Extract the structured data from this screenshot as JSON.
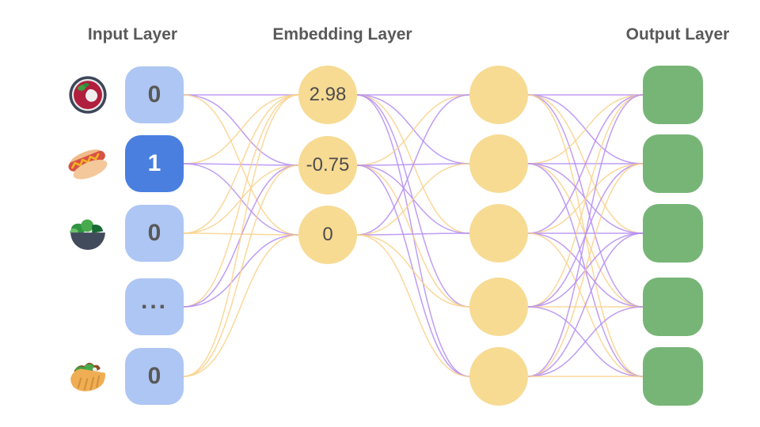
{
  "titles": {
    "input": "Input Layer",
    "embedding": "Embedding Layer",
    "output": "Output Layer"
  },
  "input_layer": {
    "nodes": [
      {
        "label": "0",
        "icon": "soup-bowl-icon",
        "active": false
      },
      {
        "label": "1",
        "icon": "hotdog-icon",
        "active": true
      },
      {
        "label": "0",
        "icon": "salad-icon",
        "active": false
      },
      {
        "label": "...",
        "icon": null,
        "active": false
      },
      {
        "label": "0",
        "icon": "flatbread-icon",
        "active": false
      }
    ]
  },
  "embedding_layer": {
    "nodes": [
      {
        "label": "2.98"
      },
      {
        "label": "-0.75"
      },
      {
        "label": "0"
      }
    ]
  },
  "hidden_layer": {
    "node_count": 5
  },
  "output_layer": {
    "node_count": 5
  },
  "edges": {
    "input_to_embedding": [
      [
        "purple",
        "purple",
        "yellow"
      ],
      [
        "yellow",
        "purple",
        "purple"
      ],
      [
        "yellow",
        "yellow",
        "yellow"
      ],
      [
        "yellow",
        "purple",
        "purple"
      ],
      [
        "yellow",
        "yellow",
        "yellow"
      ]
    ],
    "embedding_to_hidden": [
      [
        "purple",
        "purple",
        "yellow",
        "purple",
        "purple"
      ],
      [
        "yellow",
        "purple",
        "purple",
        "yellow",
        "purple"
      ],
      [
        "purple",
        "yellow",
        "purple",
        "yellow",
        "yellow"
      ]
    ],
    "hidden_to_output": [
      [
        "purple",
        "purple",
        "yellow",
        "purple",
        "yellow"
      ],
      [
        "yellow",
        "purple",
        "purple",
        "yellow",
        "purple"
      ],
      [
        "purple",
        "yellow",
        "purple",
        "purple",
        "yellow"
      ],
      [
        "yellow",
        "purple",
        "purple",
        "yellow",
        "purple"
      ],
      [
        "purple",
        "yellow",
        "purple",
        "purple",
        "yellow"
      ]
    ]
  },
  "colors": {
    "purple": "#b48cf2",
    "yellow": "#f9d189",
    "input_box": "#aec6f3",
    "input_box_active": "#4a7fe0",
    "embedding_node": "#f7db93",
    "output_box": "#77b577",
    "text_gray": "#595959"
  }
}
